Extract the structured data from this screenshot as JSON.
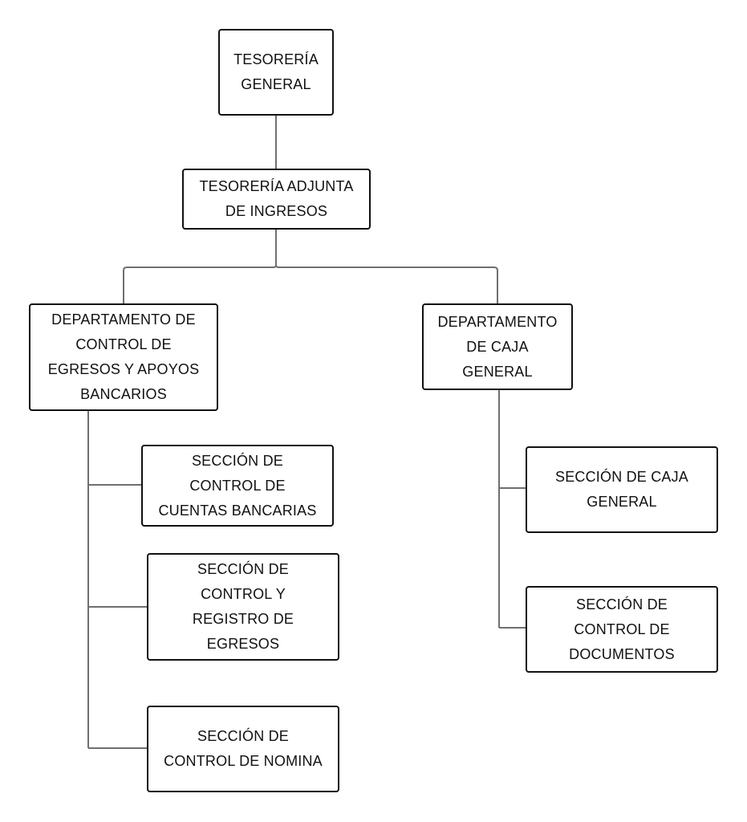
{
  "org_chart": {
    "root": {
      "label": "TESORERÍA\nGENERAL"
    },
    "adjunta": {
      "label": "TESORERÍA ADJUNTA\nDE INGRESOS"
    },
    "departments": [
      {
        "label": "DEPARTAMENTO DE\nCONTROL DE\nEGRESOS Y APOYOS\nBANCARIOS",
        "sections": [
          {
            "label": "SECCIÓN DE\nCONTROL DE\nCUENTAS BANCARIAS"
          },
          {
            "label": "SECCIÓN DE\nCONTROL Y\nREGISTRO DE\nEGRESOS"
          },
          {
            "label": "SECCIÓN DE\nCONTROL DE NOMINA"
          }
        ]
      },
      {
        "label": "DEPARTAMENTO\nDE CAJA\nGENERAL",
        "sections": [
          {
            "label": "SECCIÓN DE  CAJA\nGENERAL"
          },
          {
            "label": "SECCIÓN DE\nCONTROL DE\nDOCUMENTOS"
          }
        ]
      }
    ]
  },
  "colors": {
    "box_border": "#111111",
    "connector": "#6f6f6f",
    "text": "#111111",
    "background": "#ffffff"
  }
}
